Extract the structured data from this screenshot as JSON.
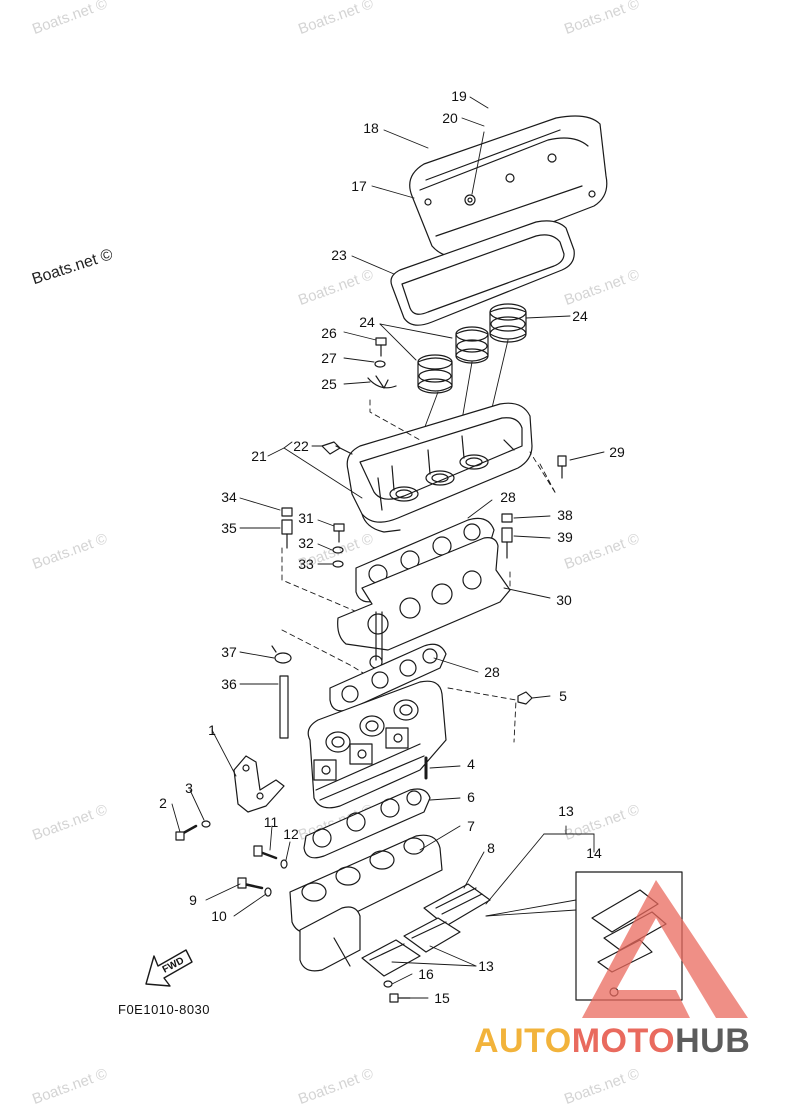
{
  "watermark": "Boats.net ©",
  "figure_code": "F0E1010-8030",
  "fwd_label": "FWD",
  "brand": {
    "part1": "AUTO",
    "part2": "MOTO",
    "part3": "HUB"
  },
  "callouts": {
    "n1": "1",
    "n2": "2",
    "n3": "3",
    "n4": "4",
    "n5": "5",
    "n6": "6",
    "n7": "7",
    "n8": "8",
    "n9": "9",
    "n10": "10",
    "n11": "11",
    "n12": "12",
    "n13a": "13",
    "n13b": "13",
    "n14": "14",
    "n15": "15",
    "n16": "16",
    "n17": "17",
    "n18": "18",
    "n19": "19",
    "n20": "20",
    "n21": "21",
    "n22": "22",
    "n23": "23",
    "n24a": "24",
    "n24b": "24",
    "n25": "25",
    "n26": "26",
    "n27": "27",
    "n28a": "28",
    "n28b": "28",
    "n29": "29",
    "n30": "30",
    "n31": "31",
    "n32": "32",
    "n33": "33",
    "n34": "34",
    "n35": "35",
    "n36": "36",
    "n37": "37",
    "n38": "38",
    "n39": "39"
  },
  "colors": {
    "line": "#1a1a1a",
    "watermark": "#d4d4d4",
    "logo_red": "#e96a5e",
    "logo_yellow": "#f2b33b",
    "logo_gray": "#5c5c5c"
  }
}
